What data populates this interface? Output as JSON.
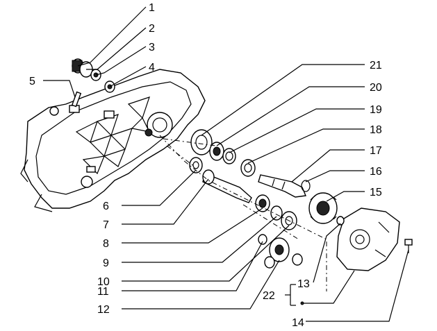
{
  "callouts": [
    {
      "num": "1"
    },
    {
      "num": "2"
    },
    {
      "num": "3"
    },
    {
      "num": "4"
    },
    {
      "num": "5"
    },
    {
      "num": "6"
    },
    {
      "num": "7"
    },
    {
      "num": "8"
    },
    {
      "num": "9"
    },
    {
      "num": "10"
    },
    {
      "num": "11"
    },
    {
      "num": "12"
    },
    {
      "num": "13"
    },
    {
      "num": "14"
    },
    {
      "num": "15"
    },
    {
      "num": "16"
    },
    {
      "num": "17"
    },
    {
      "num": "18"
    },
    {
      "num": "19"
    },
    {
      "num": "20"
    },
    {
      "num": "21"
    }
  ],
  "group_label": "22",
  "colors": {
    "line": "#000000",
    "background": "#ffffff"
  }
}
